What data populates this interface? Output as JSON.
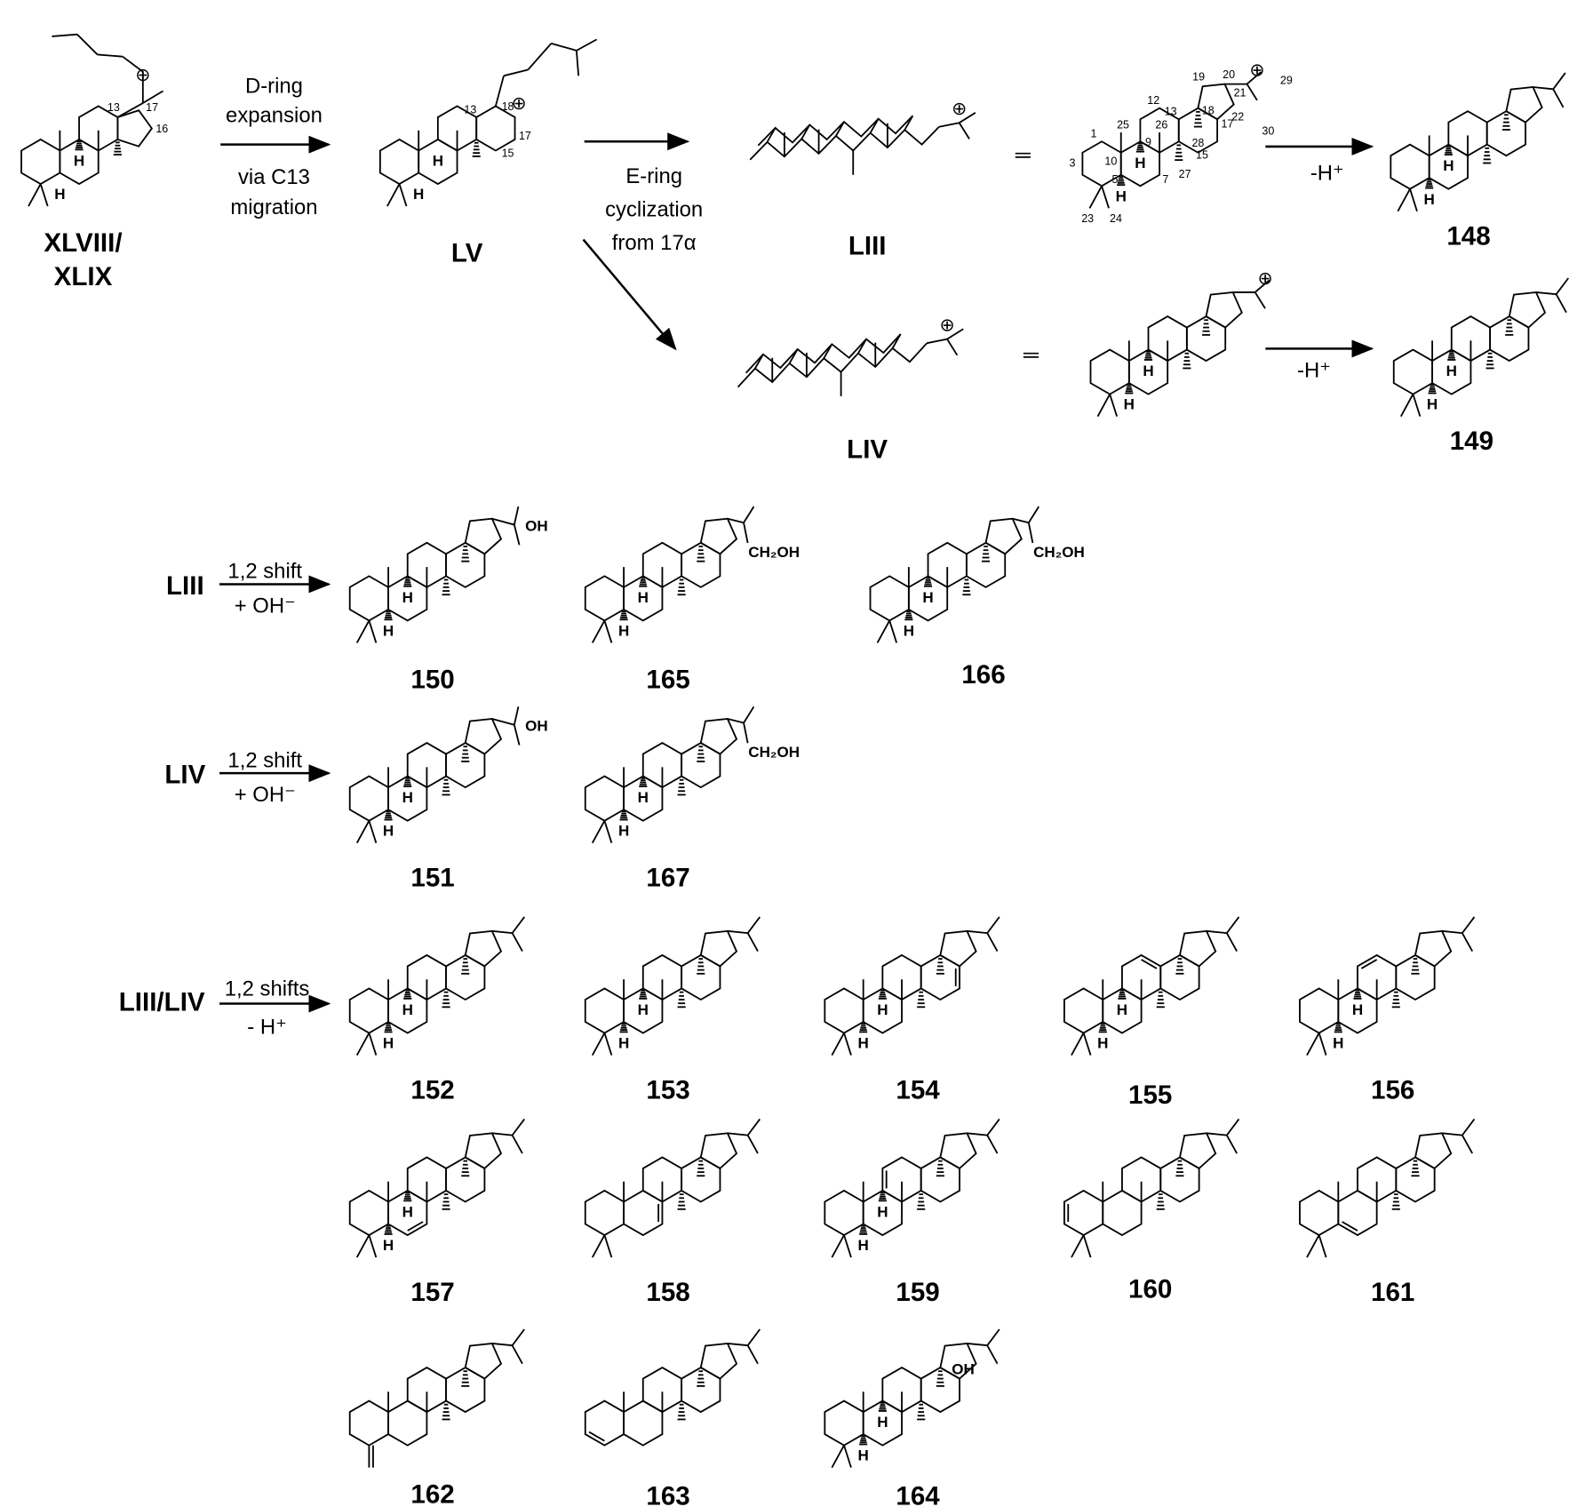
{
  "symbols": {
    "cation": "⊕",
    "equals": "═",
    "H": "H",
    "OH": "OH",
    "CH2OH": "CH₂OH"
  },
  "compounds": {
    "XLVIII": "XLVIII/",
    "XLIX": "XLIX",
    "LV": "LV",
    "LIII": "LIII",
    "LIV": "LIV",
    "c148": "148",
    "c149": "149",
    "c150": "150",
    "c165": "165",
    "c166": "166",
    "c151": "151",
    "c167": "167",
    "c152": "152",
    "c153": "153",
    "c154": "154",
    "c155": "155",
    "c156": "156",
    "c157": "157",
    "c158": "158",
    "c159": "159",
    "c160": "160",
    "c161": "161",
    "c162": "162",
    "c163": "163",
    "c164": "164"
  },
  "arrows": {
    "d_ring_top1": "D-ring",
    "d_ring_top2": "expansion",
    "d_ring_bot1": "via C13",
    "d_ring_bot2": "migration",
    "e_ring1": "E-ring",
    "e_ring2": "cyclization",
    "e_ring3": "from 17α",
    "minus_h": "-H⁺",
    "liii_label": "LIII",
    "liv_label": "LIV",
    "mix_label": "LIII/LIV",
    "shift": "1,2 shift",
    "plus_oh": "+ OH⁻",
    "shifts": "1,2 shifts",
    "minus_h2": "- H⁺"
  },
  "atom_numbers": {
    "xlviii": [
      "13",
      "17",
      "16"
    ],
    "lv": [
      "13",
      "18",
      "17",
      "15"
    ],
    "liii": [
      "1",
      "3",
      "10",
      "5",
      "25",
      "9",
      "26",
      "12",
      "13",
      "19",
      "20",
      "18",
      "21",
      "22",
      "29",
      "30",
      "17",
      "28",
      "27",
      "15",
      "7",
      "23",
      "24"
    ]
  }
}
